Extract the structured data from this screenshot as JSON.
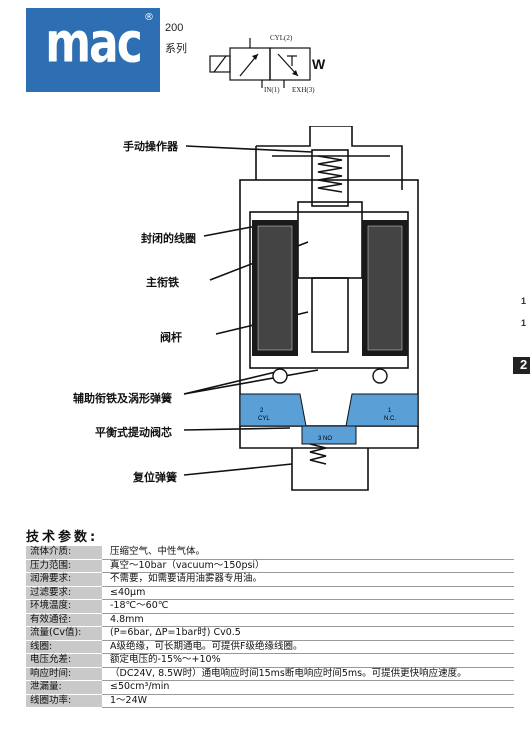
{
  "header": {
    "logo": "mac",
    "logo_mark": "®",
    "series_number": "200",
    "series_label": "系列",
    "symbol": {
      "port_cyl": "CYL(2)",
      "port_in": "IN(1)",
      "port_exh": "EXH(3)",
      "spring_mark": "W"
    }
  },
  "edge_marks": [
    "1",
    "1",
    "2"
  ],
  "callouts": [
    "手动操作器",
    "封闭的线圈",
    "主衔铁",
    "阀杆",
    "辅助衔铁及涡形弹簧",
    "平衡式提动阀芯",
    "复位弹簧"
  ],
  "diagram": {
    "port_left_num": "2",
    "port_left_name": "CYL",
    "port_right_num": "1",
    "port_right_name": "N.C.",
    "port_bottom": "3 NO"
  },
  "specs": {
    "title": "技术参数:",
    "rows": [
      {
        "label": "流体介质:",
        "value": "压缩空气、中性气体。"
      },
      {
        "label": "压力范围:",
        "value": "真空～10bar（vacuum～150psi）"
      },
      {
        "label": "润滑要求:",
        "value": "不需要，如需要请用油雾器专用油。"
      },
      {
        "label": "过滤要求:",
        "value": "≤40μm"
      },
      {
        "label": "环境温度:",
        "value": "-18℃～60℃"
      },
      {
        "label": "有效通径:",
        "value": "4.8mm"
      },
      {
        "label": "流量(Cv值):",
        "value": "(P=6bar, ΔP=1bar时)      Cv0.5"
      },
      {
        "label": "线圈:",
        "value": "A级绝缘，可长期通电。可提供F级绝缘线圈。"
      },
      {
        "label": "电压允差:",
        "value": "额定电压的-15%～+10%"
      },
      {
        "label": "响应时间:",
        "value": "（DC24V, 8.5W时）通电响应时间15ms断电响应时间5ms。可提供更快响应速度。"
      },
      {
        "label": "泄漏量:",
        "value": "≤50cm³/min"
      },
      {
        "label": "线圈功率:",
        "value": "1～24W"
      }
    ]
  },
  "colors": {
    "logo_bg": "#2e6fb3",
    "port_blue": "#5a9fd6",
    "label_bg": "#c9c9c9"
  }
}
